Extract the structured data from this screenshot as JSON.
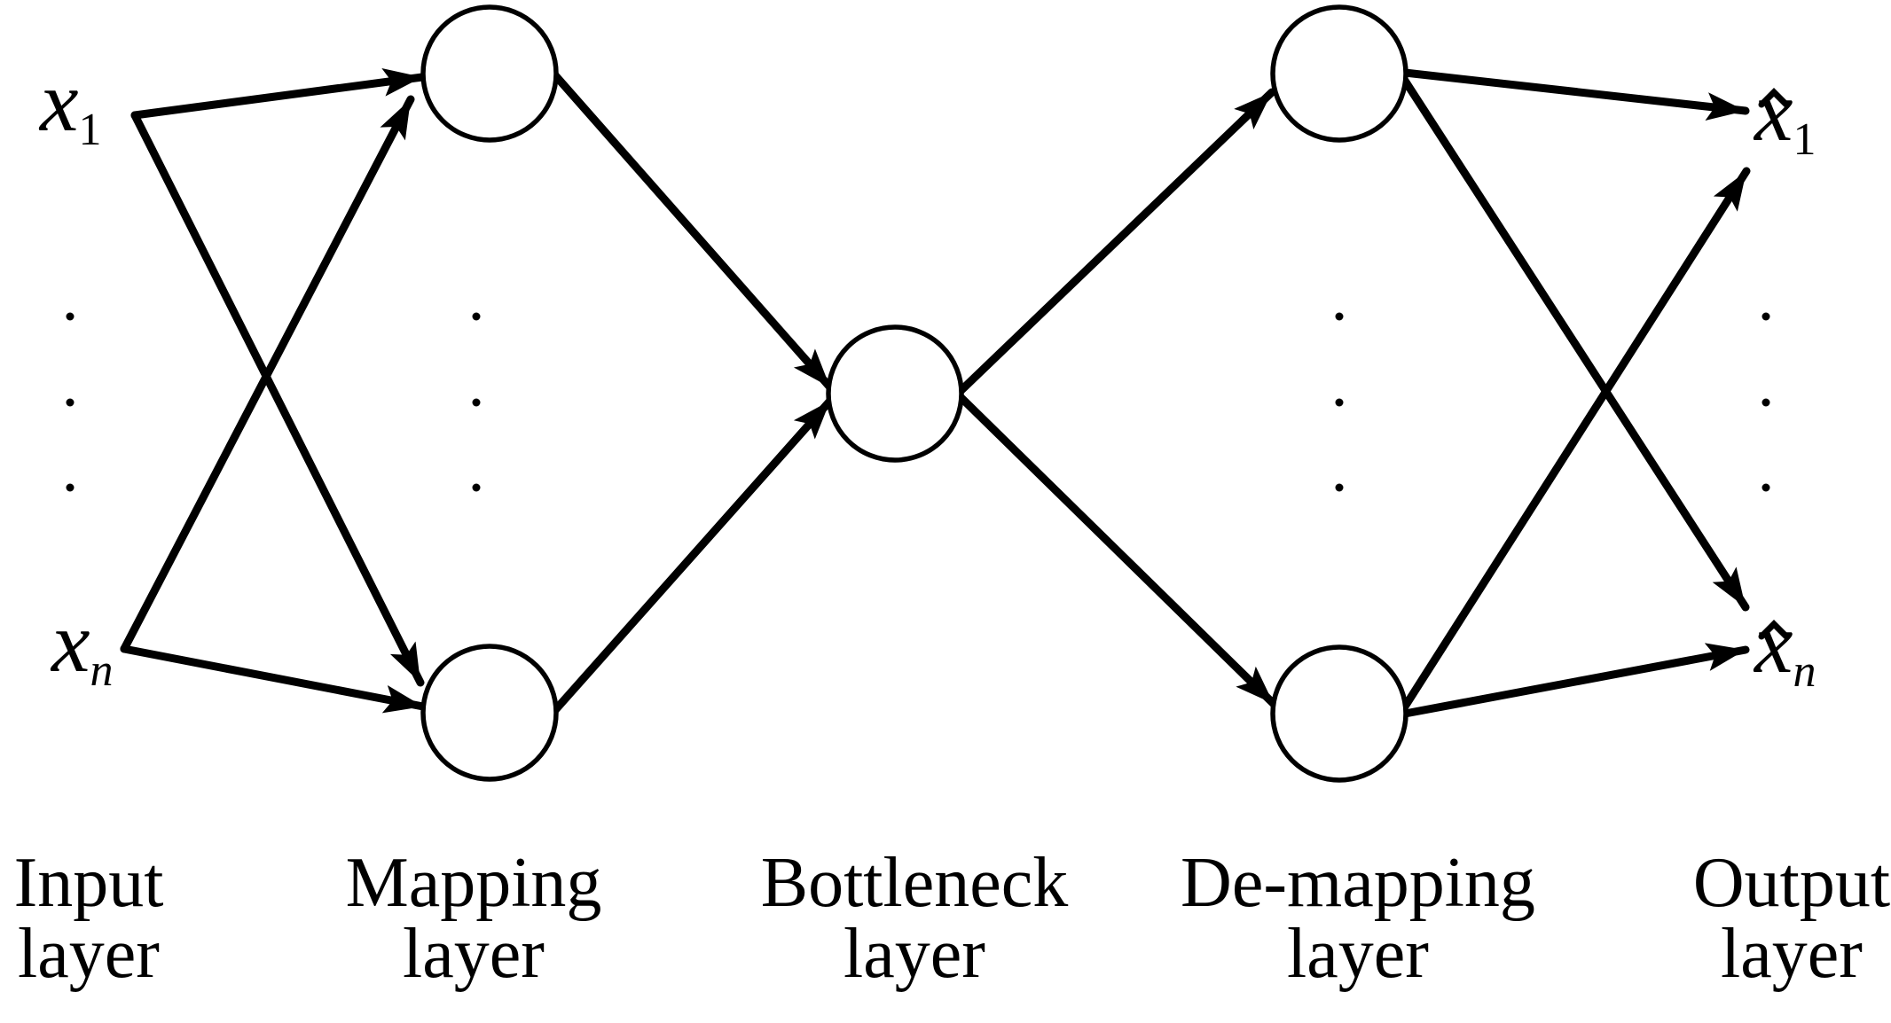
{
  "figure": {
    "kind": "autoencoder-neural-network-diagram",
    "colors": {
      "ink": "#000000",
      "background": "#ffffff"
    }
  },
  "nodes": {
    "input_first": {
      "base": "x",
      "sub": "1"
    },
    "input_last": {
      "base": "x",
      "sub": "n"
    },
    "output_first": {
      "base": "x",
      "sub": "1",
      "hat": "ˆ"
    },
    "output_last": {
      "base": "x",
      "sub": "n",
      "hat": "ˆ"
    }
  },
  "ellipsis": {
    "glyph": "vertical-ellipsis",
    "dots_per_column": 3,
    "columns": 4
  },
  "layers": [
    {
      "id": "input",
      "label": [
        "Input",
        "layer"
      ]
    },
    {
      "id": "mapping",
      "label": [
        "Mapping",
        "layer"
      ]
    },
    {
      "id": "bottleneck",
      "label": [
        "Bottleneck",
        "layer"
      ]
    },
    {
      "id": "demapping",
      "label": [
        "De-mapping",
        "layer"
      ]
    },
    {
      "id": "output",
      "label": [
        "Output",
        "layer"
      ]
    }
  ]
}
